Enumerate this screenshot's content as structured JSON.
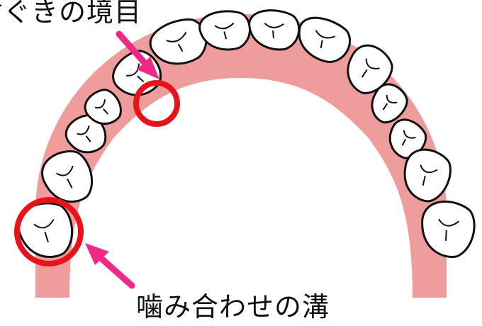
{
  "labels": {
    "top_callout": "歯ぐきの境目",
    "bottom_callout": "噛み合わせの溝"
  },
  "colors": {
    "gum": "#ef9c9c",
    "tooth_fill": "#ffffff",
    "tooth_stroke": "#111111",
    "marker_circle": "#e8121b",
    "arrow": "#ee2a84"
  },
  "icons": {
    "callout_marker": "red-circle",
    "pointer": "pink-arrow"
  }
}
